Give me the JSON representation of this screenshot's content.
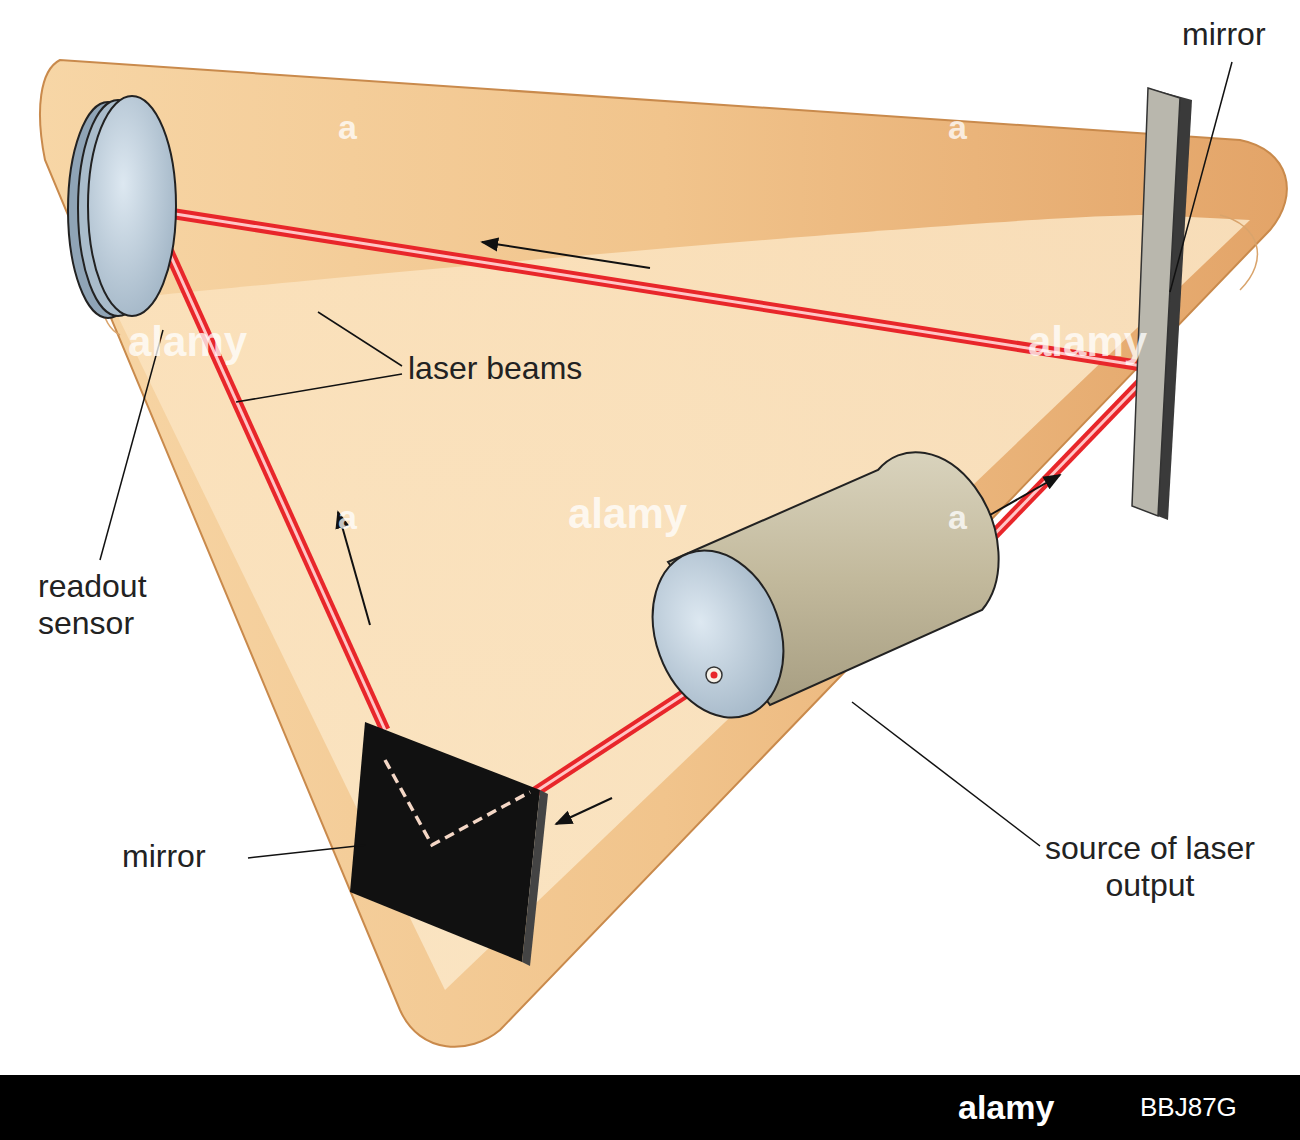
{
  "diagram": {
    "labels": [
      "mirror",
      "laser beams",
      "readout sensor",
      "mirror",
      "source of laser output",
      "alamy",
      "BBJ87G",
      "alamy",
      "alamy",
      "alamy",
      "a",
      "a",
      "a",
      "a"
    ]
  }
}
